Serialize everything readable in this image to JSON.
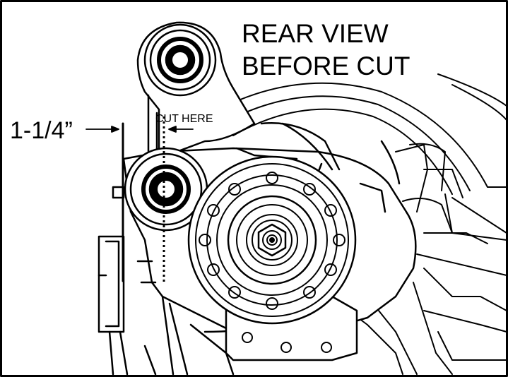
{
  "title_line_1": "REAR VIEW",
  "title_line_2": "BEFORE CUT",
  "cut_label": "CUT HERE",
  "measurement": "1-1/4”",
  "colors": {
    "ink": "#000000",
    "paper": "#ffffff"
  }
}
